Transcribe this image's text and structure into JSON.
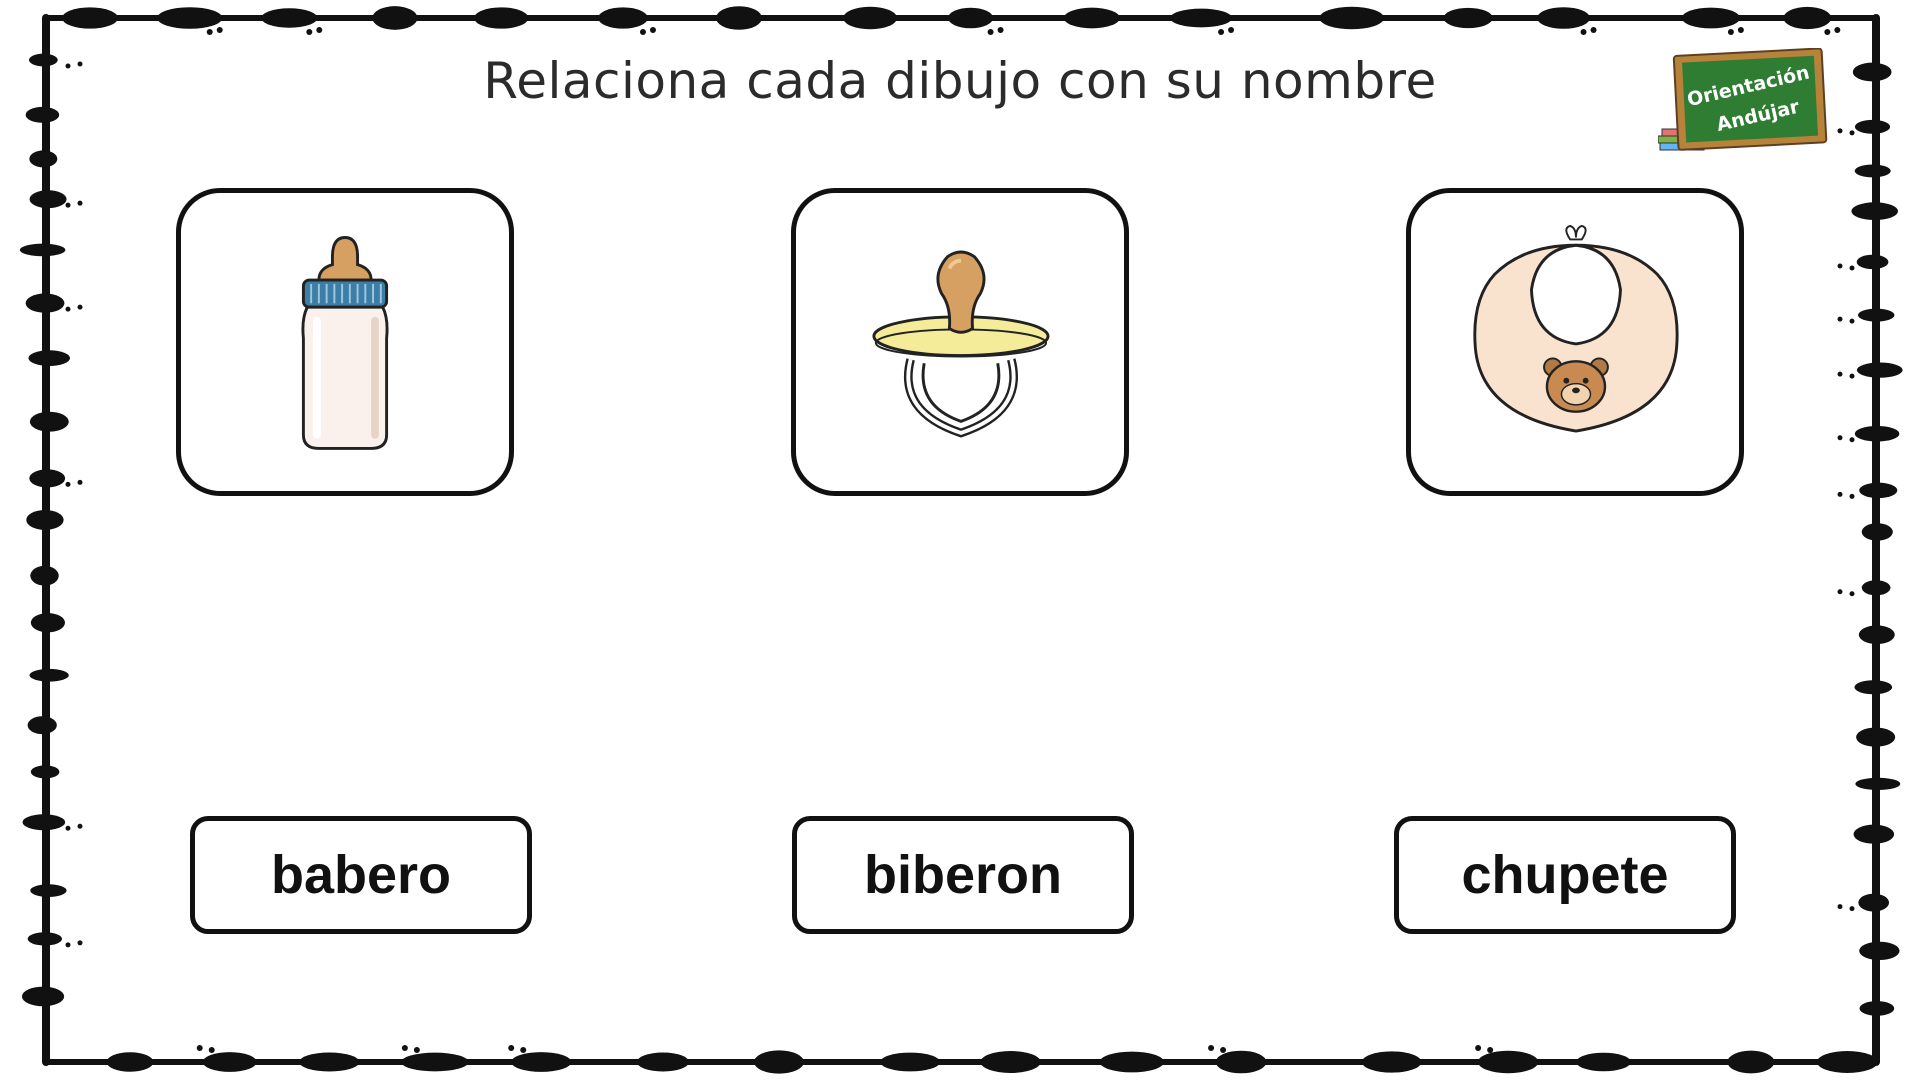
{
  "worksheet": {
    "title": "Relaciona cada dibujo con su nombre"
  },
  "logo": {
    "line1": "Orientación",
    "line2": "Andújar",
    "board_color": "#2f7d32",
    "frame_color": "#b7833a"
  },
  "pictures": [
    {
      "icon": "baby-bottle-icon"
    },
    {
      "icon": "pacifier-icon"
    },
    {
      "icon": "bib-icon"
    }
  ],
  "words": [
    {
      "label": "babero"
    },
    {
      "label": "biberon"
    },
    {
      "label": "chupete"
    }
  ],
  "colors": {
    "border": "#111111",
    "bib": "#f9e3cf",
    "bottle_cap": "#d7a063",
    "bottle_ring": "#3d7ea6",
    "pacifier_shield": "#f5ec9a"
  }
}
